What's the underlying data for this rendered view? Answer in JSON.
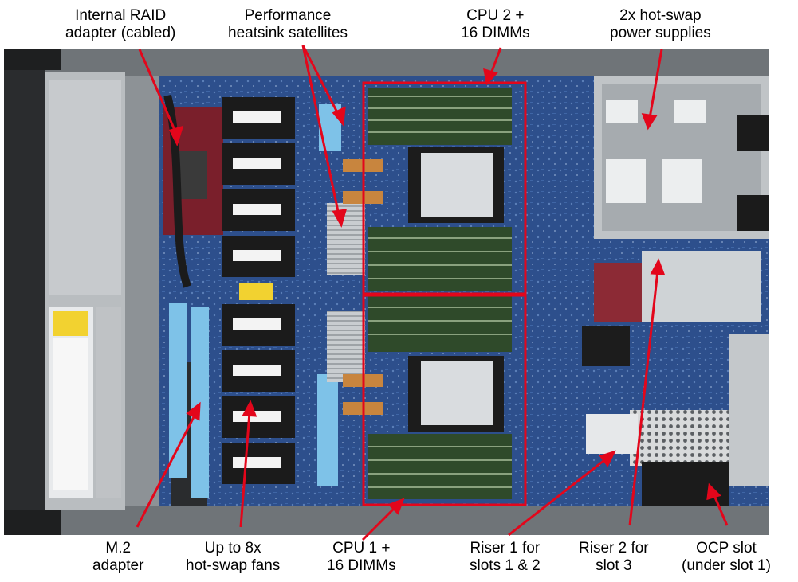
{
  "labels": {
    "raid": {
      "line1": "Internal RAID",
      "line2": "adapter (cabled)"
    },
    "heatsink": {
      "line1": "Performance",
      "line2": "heatsink satellites"
    },
    "cpu2": {
      "line1": "CPU 2 +",
      "line2": "16 DIMMs"
    },
    "psu": {
      "line1": "2x hot-swap",
      "line2": "power supplies"
    },
    "m2": {
      "line1": "M.2",
      "line2": "adapter"
    },
    "fans": {
      "line1": "Up to 8x",
      "line2": "hot-swap fans"
    },
    "cpu1": {
      "line1": "CPU 1 +",
      "line2": "16 DIMMs"
    },
    "riser1": {
      "line1": "Riser 1 for",
      "line2": "slots 1 & 2"
    },
    "riser2": {
      "line1": "Riser 2 for",
      "line2": "slot 3"
    },
    "ocp": {
      "line1": "OCP slot",
      "line2": "(under slot 1)"
    }
  },
  "colors": {
    "annotation": "#e3061b",
    "chassis": "#9aa0a4",
    "board": "#2d4f8c",
    "fan": "#1b1b1b",
    "dimm": "#2f4a2a",
    "cable": "#7ec2e8"
  }
}
